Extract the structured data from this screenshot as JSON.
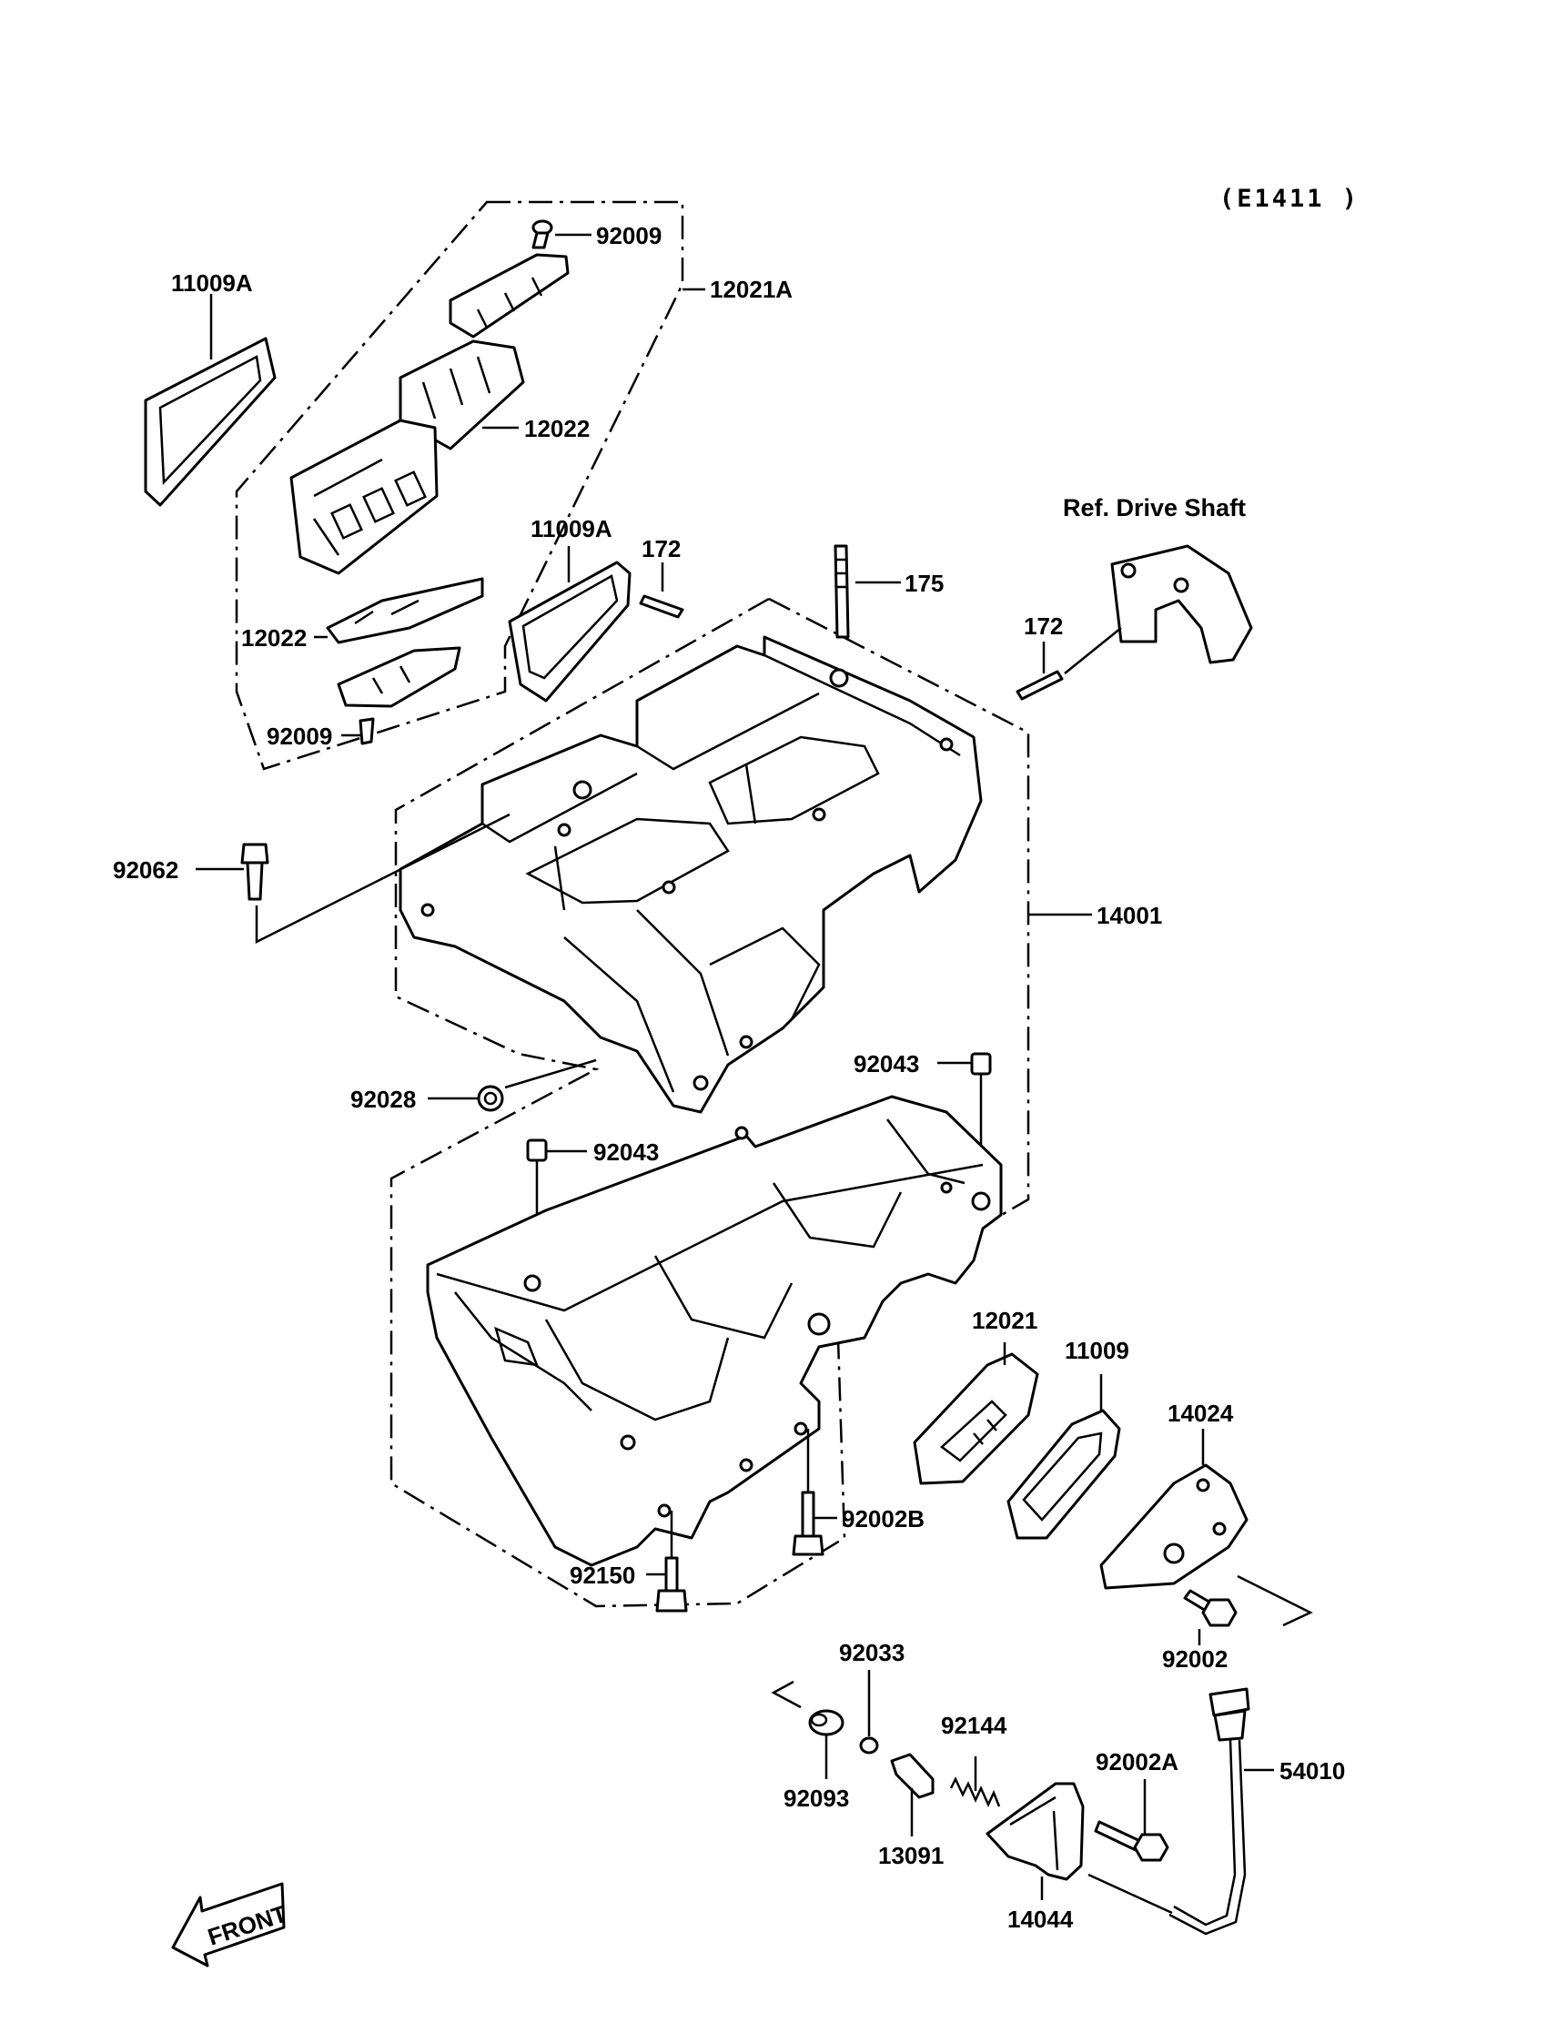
{
  "diagram_code": "(E1411 )",
  "reference_note": "Ref. Drive Shaft",
  "front_arrow_label": "FRONT",
  "part_labels": {
    "gasket_upper_left": "11009A",
    "screw_top": "92009",
    "reed_valve_assy": "12021A",
    "reed_upper": "12022",
    "gasket_upper_mid": "11009A",
    "stud_short_left": "172",
    "stud_long": "175",
    "stud_short_right": "172",
    "reed_lower": "12022",
    "screw_bottom": "92009",
    "bolt_92062": "92062",
    "crankcase": "14001",
    "plug_92028": "92028",
    "pin_right": "92043",
    "pin_left": "92043",
    "valve_12021": "12021",
    "gasket_11009": "11009",
    "cover_14024": "14024",
    "bolt_92002B": "92002B",
    "bolt_92150": "92150",
    "bolt_92002": "92002",
    "washer_92033": "92033",
    "spring_92144": "92144",
    "bolt_92002A": "92002A",
    "hose_54010": "54010",
    "collar_92093": "92093",
    "plunger_13091": "13091",
    "housing_14044": "14044"
  }
}
